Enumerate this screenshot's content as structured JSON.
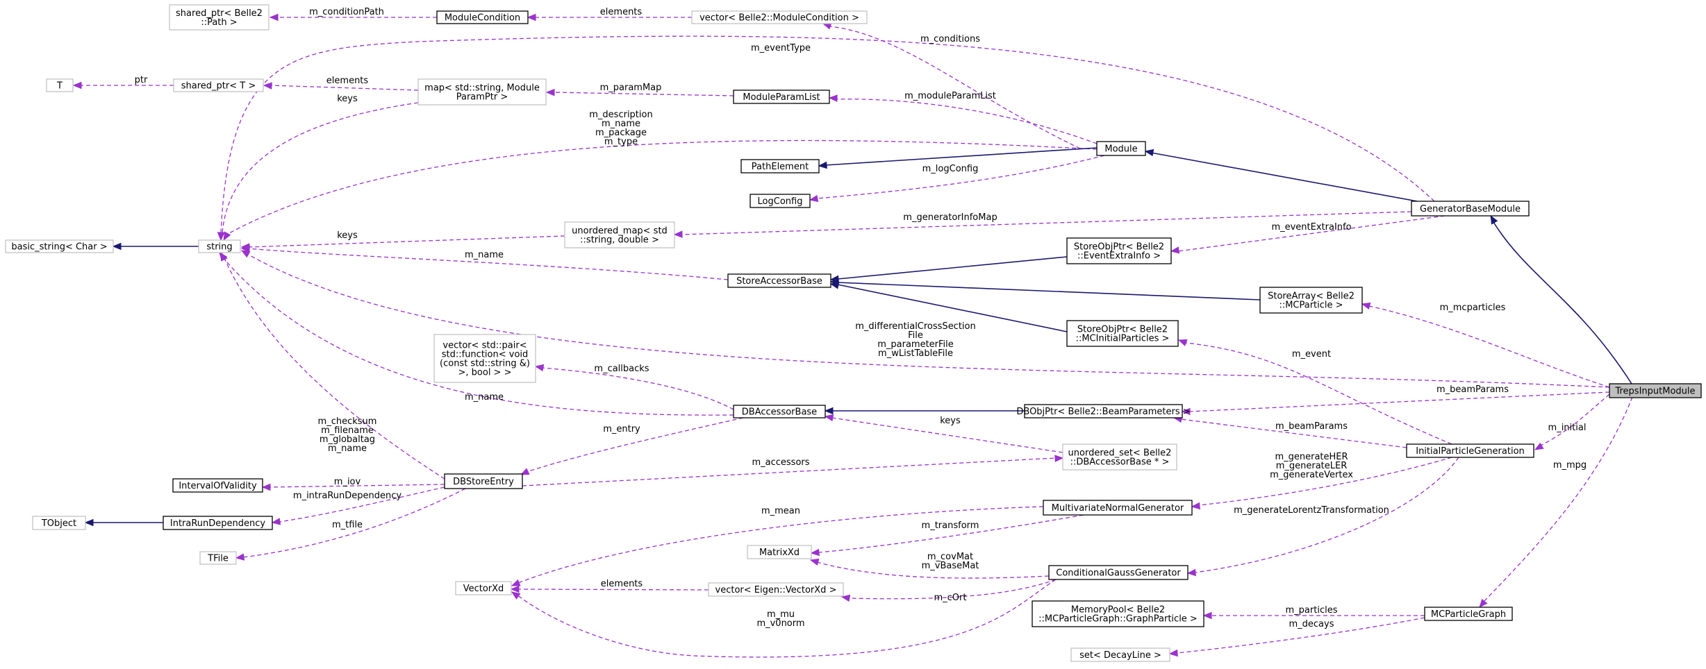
{
  "diagram": {
    "nodes": {
      "shared_path": {
        "lines": [
          "shared_ptr< Belle2",
          "::Path >"
        ]
      },
      "module_condition": {
        "lines": [
          "ModuleCondition"
        ]
      },
      "vector_module_condition": {
        "lines": [
          "vector< Belle2::ModuleCondition >"
        ]
      },
      "t": {
        "lines": [
          "T"
        ]
      },
      "shared_t": {
        "lines": [
          "shared_ptr< T >"
        ]
      },
      "map_param": {
        "lines": [
          "map< std::string, Module",
          "ParamPtr >"
        ]
      },
      "module_param_list": {
        "lines": [
          "ModuleParamList"
        ]
      },
      "module": {
        "lines": [
          "Module"
        ]
      },
      "path_element": {
        "lines": [
          "PathElement"
        ]
      },
      "log_config": {
        "lines": [
          "LogConfig"
        ]
      },
      "generator_base_module": {
        "lines": [
          "GeneratorBaseModule"
        ]
      },
      "basic_string": {
        "lines": [
          "basic_string< Char >"
        ]
      },
      "string": {
        "lines": [
          "string"
        ]
      },
      "unordered_map": {
        "lines": [
          "unordered_map< std",
          "::string, double >"
        ]
      },
      "store_obj_event_extra": {
        "lines": [
          "StoreObjPtr< Belle2",
          "::EventExtraInfo >"
        ]
      },
      "store_accessor_base": {
        "lines": [
          "StoreAccessorBase"
        ]
      },
      "store_array_mcparticle": {
        "lines": [
          "StoreArray< Belle2",
          "::MCParticle >"
        ]
      },
      "store_obj_mcinitial": {
        "lines": [
          "StoreObjPtr< Belle2",
          "::MCInitialParticles >"
        ]
      },
      "vector_pair": {
        "lines": [
          "vector< std::pair<",
          "std::function< void",
          "(const std::string &)",
          ">, bool > >"
        ]
      },
      "db_accessor_base": {
        "lines": [
          "DBAccessorBase"
        ]
      },
      "db_obj_beam": {
        "lines": [
          "DBObjPtr< Belle2::BeamParameters >"
        ]
      },
      "treps_input_module": {
        "lines": [
          "TrepsInputModule"
        ]
      },
      "initial_particle_generation": {
        "lines": [
          "InitialParticleGeneration"
        ]
      },
      "unordered_set": {
        "lines": [
          "unordered_set< Belle2",
          "::DBAccessorBase * >"
        ]
      },
      "interval_of_validity": {
        "lines": [
          "IntervalOfValidity"
        ]
      },
      "db_store_entry": {
        "lines": [
          "DBStoreEntry"
        ]
      },
      "tobject": {
        "lines": [
          "TObject"
        ]
      },
      "intra_run_dependency": {
        "lines": [
          "IntraRunDependency"
        ]
      },
      "tfile": {
        "lines": [
          "TFile"
        ]
      },
      "multivariate_normal_generator": {
        "lines": [
          "MultivariateNormalGenerator"
        ]
      },
      "matrix_xd": {
        "lines": [
          "MatrixXd"
        ]
      },
      "conditional_gauss_generator": {
        "lines": [
          "ConditionalGaussGenerator"
        ]
      },
      "vector_xd": {
        "lines": [
          "VectorXd"
        ]
      },
      "vector_eigen_vectorxd": {
        "lines": [
          "vector< Eigen::VectorXd >"
        ]
      },
      "memory_pool": {
        "lines": [
          "MemoryPool< Belle2",
          "::MCParticleGraph::GraphParticle >"
        ]
      },
      "mc_particle_graph": {
        "lines": [
          "MCParticleGraph"
        ]
      },
      "set_decay_line": {
        "lines": [
          "set< DecayLine >"
        ]
      }
    },
    "edge_labels": {
      "m_conditionPath": [
        "m_conditionPath"
      ],
      "elements_conditions": [
        "elements"
      ],
      "ptr": [
        "ptr"
      ],
      "elements_map": [
        "elements"
      ],
      "keys_map": [
        "keys"
      ],
      "m_paramMap": [
        "m_paramMap"
      ],
      "m_conditions": [
        "m_conditions"
      ],
      "m_eventType": [
        "m_eventType"
      ],
      "m_moduleParamList": [
        "m_moduleParamList"
      ],
      "module_strings": [
        "m_description",
        "m_name",
        "m_package",
        "m_type"
      ],
      "m_logConfig": [
        "m_logConfig"
      ],
      "keys_unordered_map": [
        "keys"
      ],
      "m_generatorInfoMap": [
        "m_generatorInfoMap"
      ],
      "m_eventExtraInfo": [
        "m_eventExtraInfo"
      ],
      "m_name_store": [
        "m_name"
      ],
      "treps_strings": [
        "m_differentialCrossSection",
        "File",
        "m_parameterFile",
        "m_wListTableFile"
      ],
      "m_mcparticles": [
        "m_mcparticles"
      ],
      "m_event": [
        "m_event"
      ],
      "m_callbacks": [
        "m_callbacks"
      ],
      "m_name_db": [
        "m_name"
      ],
      "m_beamParams_treps": [
        "m_beamParams"
      ],
      "m_beamParams_init": [
        "m_beamParams"
      ],
      "keys_set": [
        "keys"
      ],
      "entry_strings": [
        "m_checksum",
        "m_filename",
        "m_globaltag",
        "m_name"
      ],
      "m_entry": [
        "m_entry"
      ],
      "m_accessors": [
        "m_accessors"
      ],
      "m_initial": [
        "m_initial"
      ],
      "generate_flags": [
        "m_generateHER",
        "m_generateLER",
        "m_generateVertex"
      ],
      "m_iov": [
        "m_iov"
      ],
      "m_intraRunDependency": [
        "m_intraRunDependency"
      ],
      "m_mpg": [
        "m_mpg"
      ],
      "m_tfile": [
        "m_tfile"
      ],
      "m_mean": [
        "m_mean"
      ],
      "m_generateLorentzTransformation": [
        "m_generateLorentzTransformation"
      ],
      "m_transform": [
        "m_transform"
      ],
      "cov_base": [
        "m_covMat",
        "m_vBaseMat"
      ],
      "elements_vectorxd": [
        "elements"
      ],
      "m_cOrt": [
        "m_cOrt"
      ],
      "mu_v0": [
        "m_mu",
        "m_v0norm"
      ],
      "m_particles": [
        "m_particles"
      ],
      "m_decays": [
        "m_decays"
      ]
    }
  }
}
